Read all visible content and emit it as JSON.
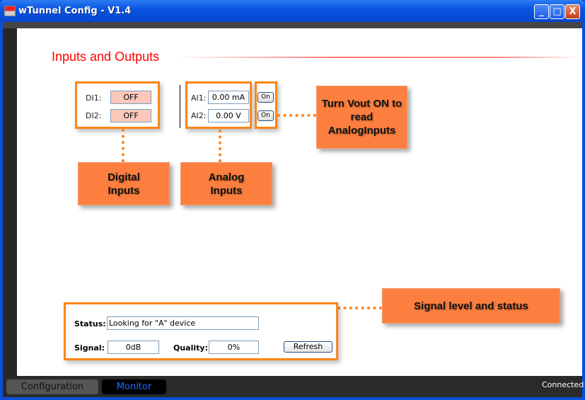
{
  "window": {
    "title": "wTunnel Config - V1.4",
    "minimize": "_",
    "maximize": "□",
    "close": "X"
  },
  "section": {
    "title": "Inputs and Outputs"
  },
  "digital_inputs": [
    {
      "label": "DI1:",
      "value": "OFF"
    },
    {
      "label": "DI2:",
      "value": "OFF"
    }
  ],
  "analog_inputs": [
    {
      "label": "AI1:",
      "value": "0.00 mA",
      "button": "On"
    },
    {
      "label": "AI2:",
      "value": "0.00 V",
      "button": "On"
    }
  ],
  "callouts": {
    "vout": "Turn Vout ON to read AnalogInputs",
    "digital": "Digital Inputs",
    "analog": "Analog Inputs",
    "signal": "Signal level and status"
  },
  "status": {
    "status_label": "Status:",
    "status_value": "Looking for \"A\" device",
    "signal_label": "Signal:",
    "signal_value": "0dB",
    "quality_label": "Quality:",
    "quality_value": "0%",
    "refresh": "Refresh"
  },
  "tabs": [
    {
      "label": "Configuration"
    },
    {
      "label": "Monitor",
      "active": true
    }
  ],
  "connection": "Connected"
}
